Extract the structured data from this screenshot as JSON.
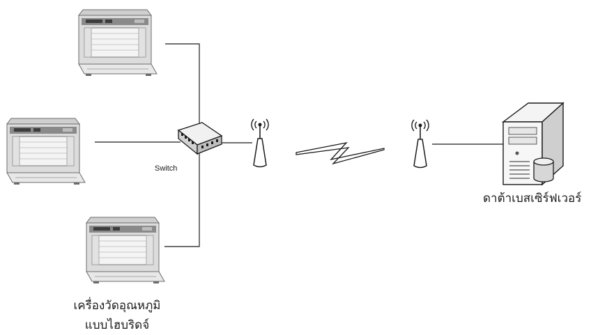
{
  "diagram": {
    "switch_label": "Switch",
    "server_label": "ดาต้าเบสเซิร์ฟเวอร์",
    "recorder_label_line1": "เครื่องวัดอุณหภูมิ",
    "recorder_label_line2": "แบบไฮบริดจ์"
  },
  "icons": {
    "recorder": "chart-recorder-icon",
    "switch": "network-switch-icon",
    "antenna": "wireless-antenna-icon",
    "link": "wireless-link-icon",
    "server": "database-server-icon"
  },
  "colors": {
    "line": "#1a1a1a",
    "device_body": "#d9d9d9",
    "device_dark": "#6b6b6b",
    "paper": "#f2f2f2"
  }
}
